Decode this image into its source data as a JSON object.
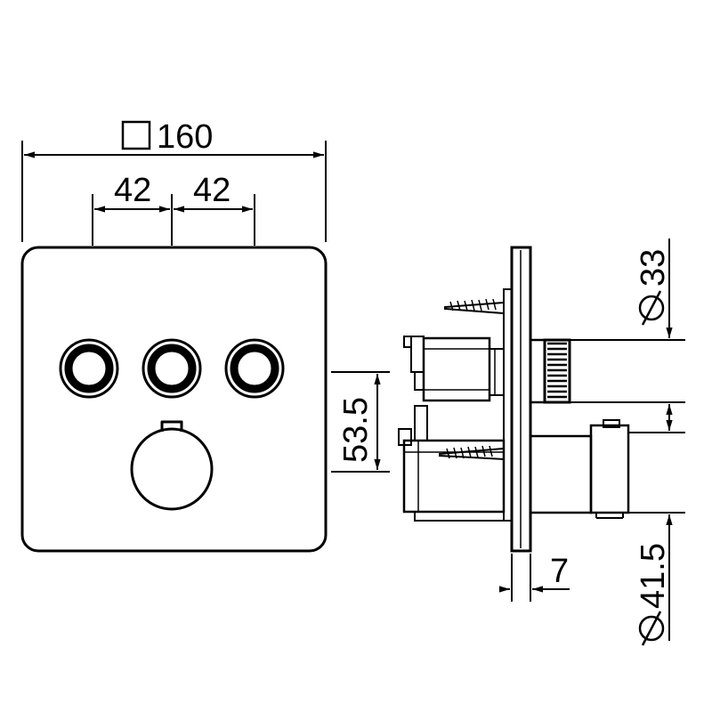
{
  "dimensions": {
    "plate_width": {
      "symbol": "square",
      "value": "160"
    },
    "button_spacing_left": "42",
    "button_spacing_right": "42",
    "button_to_knob_height": "53.5",
    "plate_thickness": "7",
    "outlet_diameter_top": {
      "symbol": "diameter",
      "value": "33"
    },
    "outlet_diameter_bottom": {
      "symbol": "diameter",
      "value": "41.5"
    }
  },
  "colors": {
    "line": "#000000",
    "background": "#ffffff"
  }
}
